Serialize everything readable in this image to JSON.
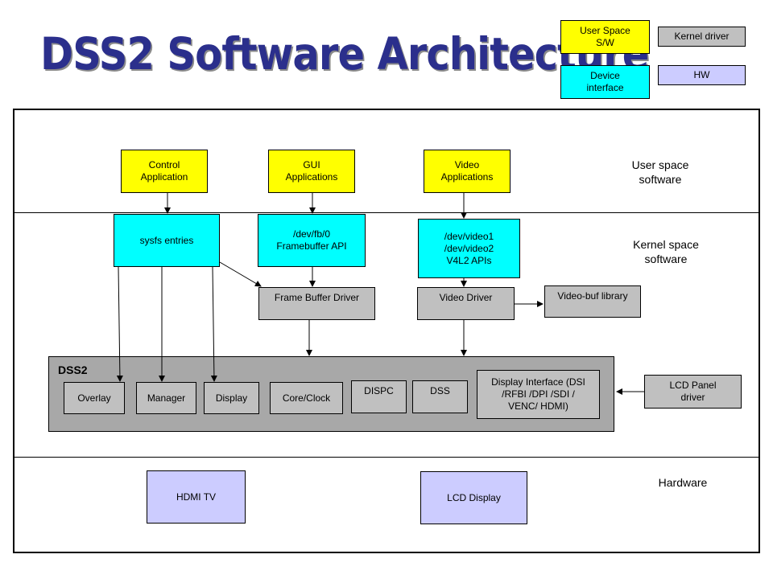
{
  "title": "DSS2 Software Architecture",
  "legend": {
    "user_space": "User Space\nS/W",
    "kernel_driver": "Kernel driver",
    "device_interface": "Device\ninterface",
    "hw": "HW"
  },
  "zones": {
    "user_space": "User space\nsoftware",
    "kernel_space": "Kernel space\nsoftware",
    "hardware": "Hardware"
  },
  "user_apps": {
    "control": "Control\nApplication",
    "gui": "GUI\nApplications",
    "video": "Video\nApplications"
  },
  "interfaces": {
    "sysfs": "sysfs entries",
    "fb": "/dev/fb/0\nFramebuffer API",
    "v4l2": "/dev/video1\n/dev/video2\nV4L2 APIs"
  },
  "drivers": {
    "framebuffer": "Frame Buffer  Driver",
    "video": "Video Driver",
    "videobuf": "Video-buf library",
    "lcd_panel": "LCD Panel\ndriver"
  },
  "dss2": {
    "label": "DSS2",
    "overlay": "Overlay",
    "manager": "Manager",
    "display": "Display",
    "core_clock": "Core/Clock",
    "dispc": "DISPC",
    "dss": "DSS",
    "display_interface": "Display Interface (DSI\n/RFBI /DPI /SDI /\nVENC/ HDMI)"
  },
  "hardware": {
    "hdmi_tv": "HDMI TV",
    "lcd_display": "LCD Display"
  },
  "colors": {
    "user_space": "#ffff00",
    "device_interface": "#00ffff",
    "kernel_driver": "#c0c0c0",
    "hw": "#ccccff",
    "dss2_block": "#a8a8a8",
    "title": "#2b2f8c"
  }
}
